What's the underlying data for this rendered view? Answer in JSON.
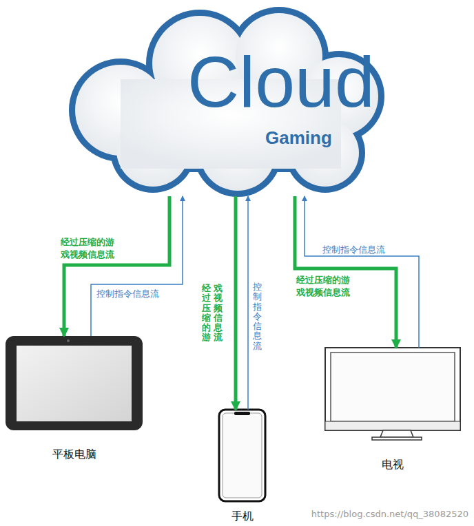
{
  "diagram": {
    "nodes": [
      {
        "text": [
          "Cloud",
          "Gaming"
        ]
      },
      {
        "text": [
          "平板电脑"
        ]
      },
      {
        "text": [
          "手机"
        ]
      },
      {
        "text": [
          "电视"
        ]
      }
    ],
    "edges": [
      {
        "from": 0,
        "to": 1,
        "arrow": "to",
        "label": "经过压缩的游戏视频信息流"
      },
      {
        "from": 1,
        "to": 0,
        "arrow": "to",
        "label": "控制指令信息流"
      },
      {
        "from": 0,
        "to": 2,
        "arrow": "to",
        "label": "经过压缩的游戏视频信息流"
      },
      {
        "from": 2,
        "to": 0,
        "arrow": "to",
        "label": "控制指令信息流"
      },
      {
        "from": 0,
        "to": 3,
        "arrow": "to",
        "label": "经过压缩的游戏视频信息流"
      },
      {
        "from": 3,
        "to": 0,
        "arrow": "to",
        "label": "控制指令信息流"
      }
    ],
    "labels": [
      "https://blog.csdn.net/qq_38082520"
    ]
  }
}
